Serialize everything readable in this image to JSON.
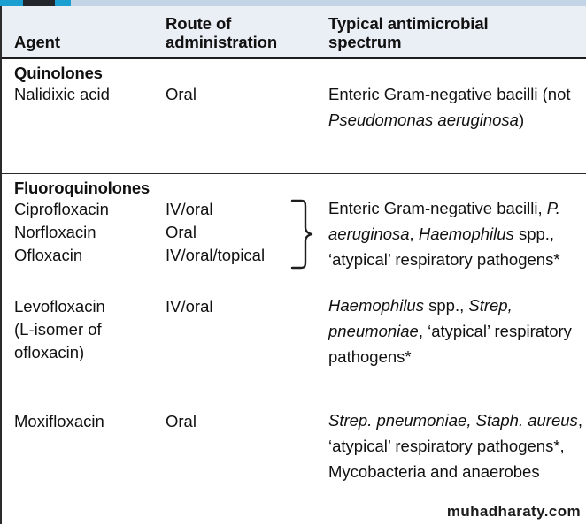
{
  "top_strip": {
    "segments": [
      "teal",
      "dark",
      "teal",
      "pale-blue"
    ],
    "colors": {
      "teal": "#1b9fd1",
      "dark": "#23262b",
      "pale": "#c3d4e6"
    }
  },
  "table": {
    "header": {
      "col_agent": "Agent",
      "col_route_line1": "Route of",
      "col_route_line2": "administration",
      "col_spectrum_line1": "Typical antimicrobial",
      "col_spectrum_line2": "spectrum"
    },
    "sections": [
      {
        "title": "Quinolones",
        "rows": [
          {
            "agent": "Nalidixic acid",
            "route": "Oral",
            "spectrum_parts": [
              {
                "text": "Enteric Gram-negative bacilli (not ",
                "italic": false
              },
              {
                "text": "Pseudomonas aeruginosa",
                "italic": true
              },
              {
                "text": ")",
                "italic": false
              }
            ]
          }
        ]
      },
      {
        "title": "Fluoroquinolones",
        "grouped": {
          "agents": [
            "Ciprofloxacin",
            "Norfloxacin",
            "Ofloxacin"
          ],
          "routes": [
            "IV/oral",
            "Oral",
            "IV/oral/topical"
          ],
          "brace": "right-curly-brace",
          "spectrum_parts": [
            {
              "text": "Enteric Gram-negative bacilli, ",
              "italic": false
            },
            {
              "text": "P. aeruginosa",
              "italic": true
            },
            {
              "text": ", ",
              "italic": false
            },
            {
              "text": "Haemophilus",
              "italic": true
            },
            {
              "text": " spp., ‘atypical’ respiratory pathogens*",
              "italic": false
            }
          ]
        },
        "rows": [
          {
            "agent_line1": "Levofloxacin",
            "agent_line2": "(L-isomer of",
            "agent_line3": "ofloxacin)",
            "route": "IV/oral",
            "spectrum_parts": [
              {
                "text": "Haemophilus",
                "italic": true
              },
              {
                "text": " spp., ",
                "italic": false
              },
              {
                "text": "Strep, pneumoniae",
                "italic": true
              },
              {
                "text": ", ‘atypical’ respiratory pathogens*",
                "italic": false
              }
            ]
          }
        ]
      },
      {
        "title": "",
        "rows": [
          {
            "agent": "Moxifloxacin",
            "route": "Oral",
            "spectrum_parts": [
              {
                "text": "Strep. pneumoniae, Staph. aureus",
                "italic": true
              },
              {
                "text": ", ‘atypical’ respiratory pathogens*, Mycobacteria and anaerobes",
                "italic": false
              }
            ]
          }
        ]
      }
    ]
  },
  "watermark": "muhadharaty.com"
}
